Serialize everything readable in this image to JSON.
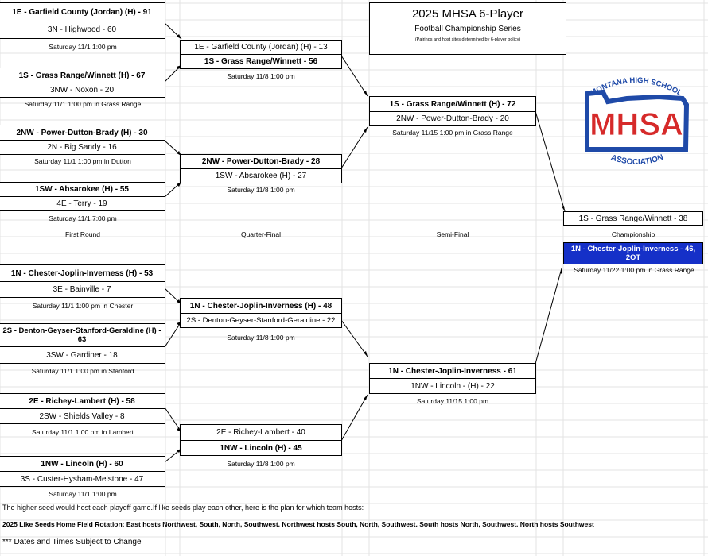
{
  "title": {
    "main": "2025 MHSA 6-Player",
    "sub": "Football Championship Series",
    "note": "(Pairings and host sites determined by 6-player policy)"
  },
  "logo": {
    "top": "MONTANA HIGH SCHOOL",
    "mid": "MHSA",
    "bottom": "ASSOCIATION",
    "colors": {
      "red": "#d62a2a",
      "blue": "#1f4aa8"
    }
  },
  "round_labels": {
    "first": "First Round",
    "quarter": "Quarter-Final",
    "semi": "Semi-Final",
    "champ": "Championship"
  },
  "first_round": [
    {
      "top": "1E - Garfield County (Jordan) (H) - 91",
      "bottom": "3N - Highwood - 60",
      "note": "Saturday 11/1 1:00 pm"
    },
    {
      "top": "1S - Grass Range/Winnett (H) - 67",
      "bottom": "3NW - Noxon - 20",
      "note": "Saturday 11/1 1:00 pm in Grass Range"
    },
    {
      "top": "2NW - Power-Dutton-Brady (H) - 30",
      "bottom": "2N - Big Sandy - 16",
      "note": "Saturday 11/1 1:00 pm in Dutton"
    },
    {
      "top": "1SW - Absarokee (H) - 55",
      "bottom": "4E - Terry - 19",
      "note": "Saturday 11/1 7:00 pm"
    },
    {
      "top": "1N - Chester-Joplin-Inverness (H) - 53",
      "bottom": "3E - Bainville - 7",
      "note": "Saturday 11/1 1:00 pm in Chester"
    },
    {
      "top": "2S - Denton-Geyser-Stanford-Geraldine (H) - 63",
      "bottom": "3SW - Gardiner - 18",
      "note": "Saturday 11/1 1:00 pm in Stanford"
    },
    {
      "top": "2E - Richey-Lambert (H) - 58",
      "bottom": "2SW - Shields Valley - 8",
      "note": "Saturday 11/1 1:00 pm in Lambert"
    },
    {
      "top": "1NW - Lincoln (H) - 60",
      "bottom": "3S - Custer-Hysham-Melstone - 47",
      "note": "Saturday 11/1 1:00 pm"
    }
  ],
  "quarter_final": [
    {
      "top": "1E - Garfield County (Jordan) (H) - 13",
      "bottom": "1S - Grass Range/Winnett - 56",
      "note": "Saturday 11/8 1:00 pm"
    },
    {
      "top": "2NW - Power-Dutton-Brady - 28",
      "bottom": "1SW - Absarokee (H) - 27",
      "note": "Saturday 11/8 1:00 pm"
    },
    {
      "top": "1N - Chester-Joplin-Inverness (H) - 48",
      "bottom": "2S - Denton-Geyser-Stanford-Geraldine - 22",
      "note": "Saturday 11/8 1:00 pm"
    },
    {
      "top": "2E - Richey-Lambert - 40",
      "bottom": "1NW - Lincoln (H) - 45",
      "note": "Saturday 11/8 1:00 pm"
    }
  ],
  "semi_final": [
    {
      "top": "1S - Grass Range/Winnett (H) - 72",
      "bottom": "2NW - Power-Dutton-Brady - 20",
      "note": "Saturday 11/15 1:00 pm in Grass Range"
    },
    {
      "top": "1N - Chester-Joplin-Inverness - 61",
      "bottom": "1NW - Lincoln - (H) - 22",
      "note": "Saturday 11/15 1:00 pm"
    }
  ],
  "championship": {
    "top": "1S - Grass Range/Winnett -  38",
    "bottom": "1N - Chester-Joplin-Inverness - 46, 2OT",
    "note": "Saturday 11/22 1:00 pm in Grass Range"
  },
  "footer": {
    "line1": "The higher seed would host each playoff game.If like seeds play each other, here is the plan for which team hosts:",
    "line2": "2025 Like Seeds Home Field Rotation: East hosts Northwest, South, North, Southwest. Northwest hosts South, North, Southwest. South hosts North, Southwest.  North hosts Southwest",
    "line3": "*** Dates  and Times Subject to Change"
  }
}
